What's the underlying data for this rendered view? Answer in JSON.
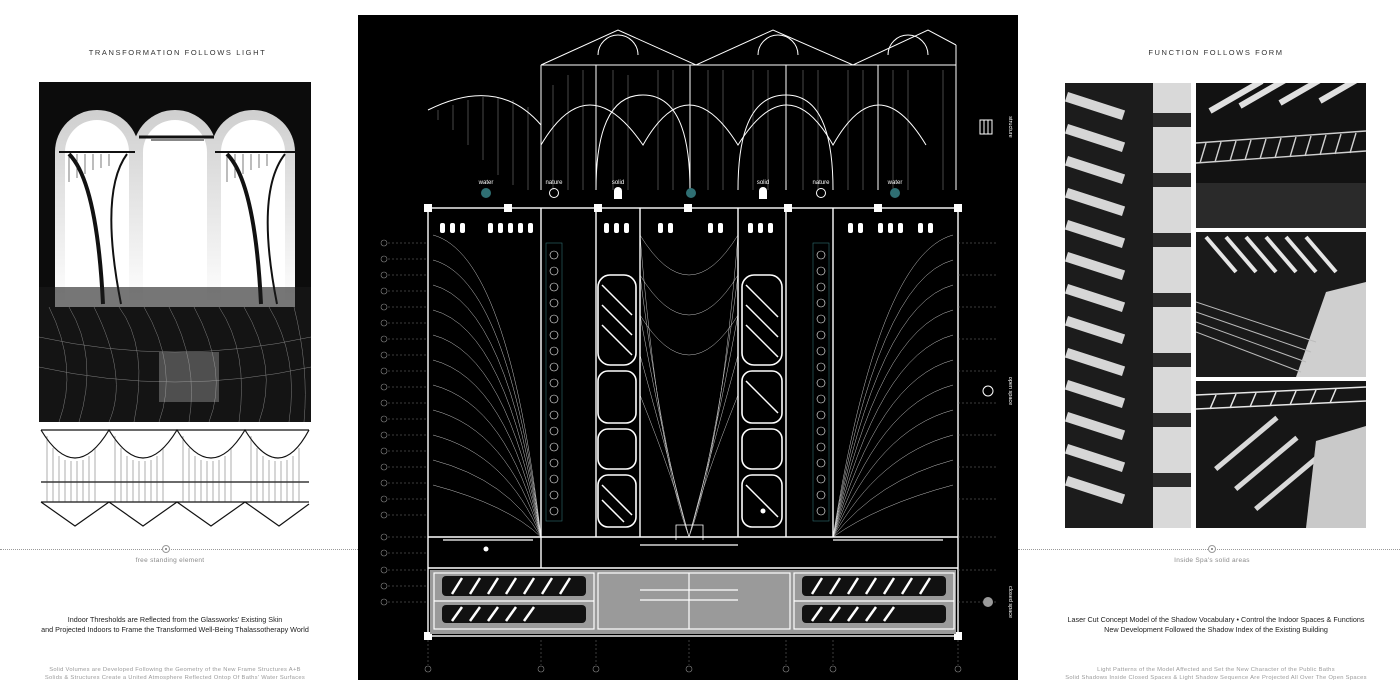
{
  "left_panel": {
    "title": "TRANSFORMATION FOLLOWS LIGHT",
    "marker_label": "free standing element",
    "caption_lines": [
      "Indoor Thresholds are Reflected from the Glassworks' Existing Skin",
      "and Projected Indoors to Frame the Transformed Well-Being Thalassotherapy World"
    ],
    "subcaption_lines": [
      "Solid Volumes are Developed Following the Geometry of the New Frame Structures A+B",
      "Solids & Structures Create a United Atmosphere Reflected Ontop Of Baths' Water Surfaces"
    ]
  },
  "right_panel": {
    "title": "FUNCTION FOLLOWS FORM",
    "marker_label": "Inside Spa's solid areas",
    "caption_lines": [
      "Laser Cut Concept Model of the Shadow Vocabulary • Control the Indoor Spaces & Functions",
      "New Development Followed the Shadow Index of the Existing Building"
    ],
    "subcaption_lines": [
      "Light Patterns of the Model Affected and Set the New Character of the Public Baths",
      "Solid Shadows Inside Closed Spaces & Light Shadow Sequence Are Projected All Over The Open Spaces"
    ]
  },
  "center_drawing": {
    "zone_labels": [
      "water",
      "nature",
      "solid",
      "solid",
      "nature",
      "water"
    ],
    "side_labels": {
      "structure": "structure",
      "open_space": "open space",
      "closed_space": "closed space"
    },
    "colors": {
      "board": "#000000",
      "line": "#ffffff",
      "water_accent": "#2f6f73",
      "closed_fill": "#9a9a9a"
    }
  },
  "icons": [
    "structure-icon",
    "open-space-icon",
    "closed-space-icon",
    "water-icon",
    "nature-icon",
    "solid-icon"
  ]
}
